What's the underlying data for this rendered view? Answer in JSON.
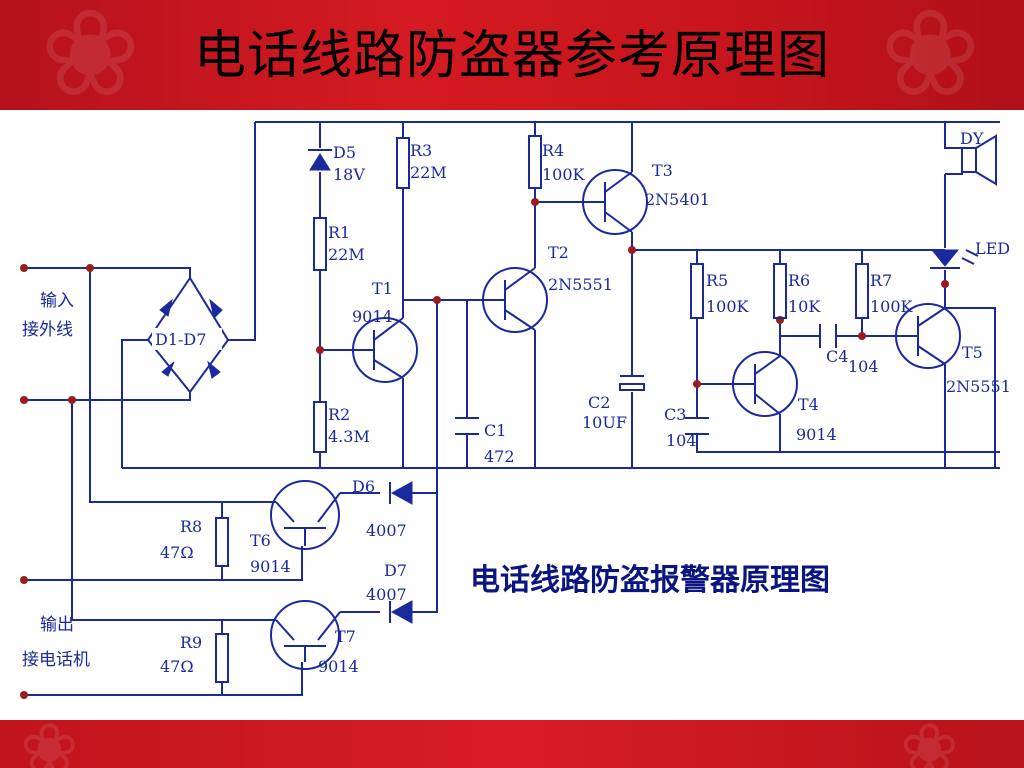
{
  "slide_title": "电话线路防盗器参考原理图",
  "diagram_caption": "电话线路防盗报警器原理图",
  "terminals": {
    "input_line1": "输入",
    "input_line2": "接外线",
    "output_line1": "输出",
    "output_line2": "接电话机"
  },
  "components": {
    "d1d7": "D1-D7",
    "d5": "D5",
    "d5_val": "18V",
    "r1": "R1",
    "r1_val": "22M",
    "r2": "R2",
    "r2_val": "4.3M",
    "r3": "R3",
    "r3_val": "22M",
    "r4": "R4",
    "r4_val": "100K",
    "r5": "R5",
    "r5_val": "100K",
    "r6": "R6",
    "r6_val": "10K",
    "r7": "R7",
    "r7_val": "100K",
    "r8": "R8",
    "r8_val": "47Ω",
    "r9": "R9",
    "r9_val": "47Ω",
    "t1": "T1",
    "t1_val": "9014",
    "t2": "T2",
    "t2_val": "2N5551",
    "t3": "T3",
    "t3_val": "2N5401",
    "t4": "T4",
    "t4_val": "9014",
    "t5": "T5",
    "t5_val": "2N5551",
    "t6": "T6",
    "t6_val": "9014",
    "t7": "T7",
    "t7_val": "9014",
    "c1": "C1",
    "c1_val": "472",
    "c2": "C2",
    "c2_val": "10UF",
    "c3": "C3",
    "c3_val": "104",
    "c4": "C4",
    "c4_val": "104",
    "d6": "D6",
    "d6_val": "4007",
    "d7": "D7",
    "d7_val": "4007",
    "dy": "DY",
    "led": "LED"
  },
  "colors": {
    "header_red": "#c8151d",
    "wire_blue": "#1a2a9c",
    "node_red": "#9b1c1c"
  }
}
